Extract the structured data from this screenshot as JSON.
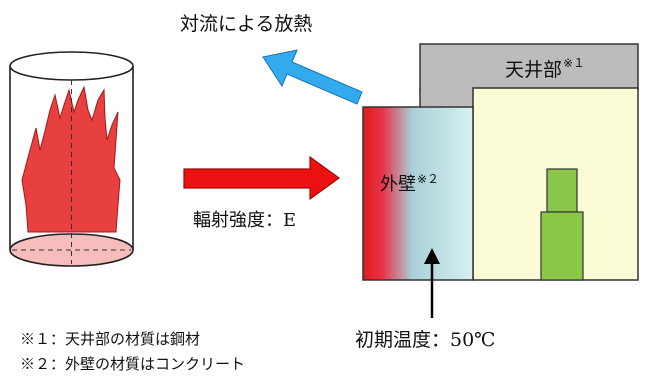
{
  "labels": {
    "convection": "対流による放熱",
    "ceiling": "天井部",
    "ceiling_mark": "※１",
    "wall": "外壁",
    "wall_mark": "※２",
    "radiation": "輻射強度：E",
    "initial_temp": "初期温度：50℃",
    "note1": "※１：天井部の材質は鋼材",
    "note2": "※２：外壁の材質はコンクリート"
  },
  "colors": {
    "fire": "#e8403f",
    "radiation_arrow": "#ee1111",
    "convection_arrow": "#33aaee",
    "ceiling": "#bcbcbc",
    "wall_gradient_start": "#e21b1b",
    "wall_gradient_end": "#d7f1f1",
    "room": "#fbfbd6",
    "equipment": "#8bc84a"
  }
}
